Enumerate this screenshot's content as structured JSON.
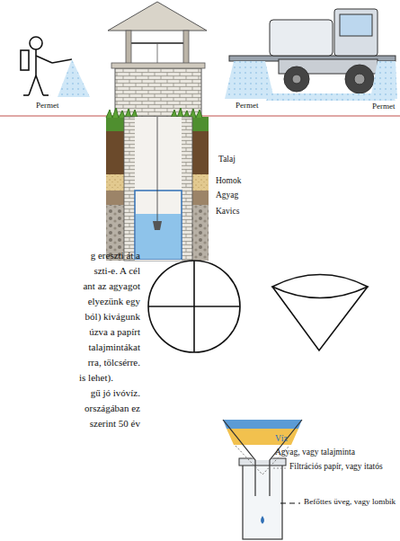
{
  "diagram": {
    "labels": [
      "Permet",
      "Permet",
      "Permet",
      "Talaj",
      "Homok",
      "Agyag",
      "Kavics",
      "g ereszti át a",
      "szti-e. A cél",
      "ant az agyagot",
      "elyezünk egy",
      "ból) kivágunk",
      "úzva a papírt",
      "talajmintákat",
      "rra, tölcsérre.",
      "is lehet).",
      "gű jó ivóvíz.",
      "országában ez",
      "szerint 50 év",
      "Víz",
      "Agyag, vagy talajminta",
      "Filtrációs papír, vagy itatós",
      "Befőttes üveg, vagy lombik"
    ]
  }
}
